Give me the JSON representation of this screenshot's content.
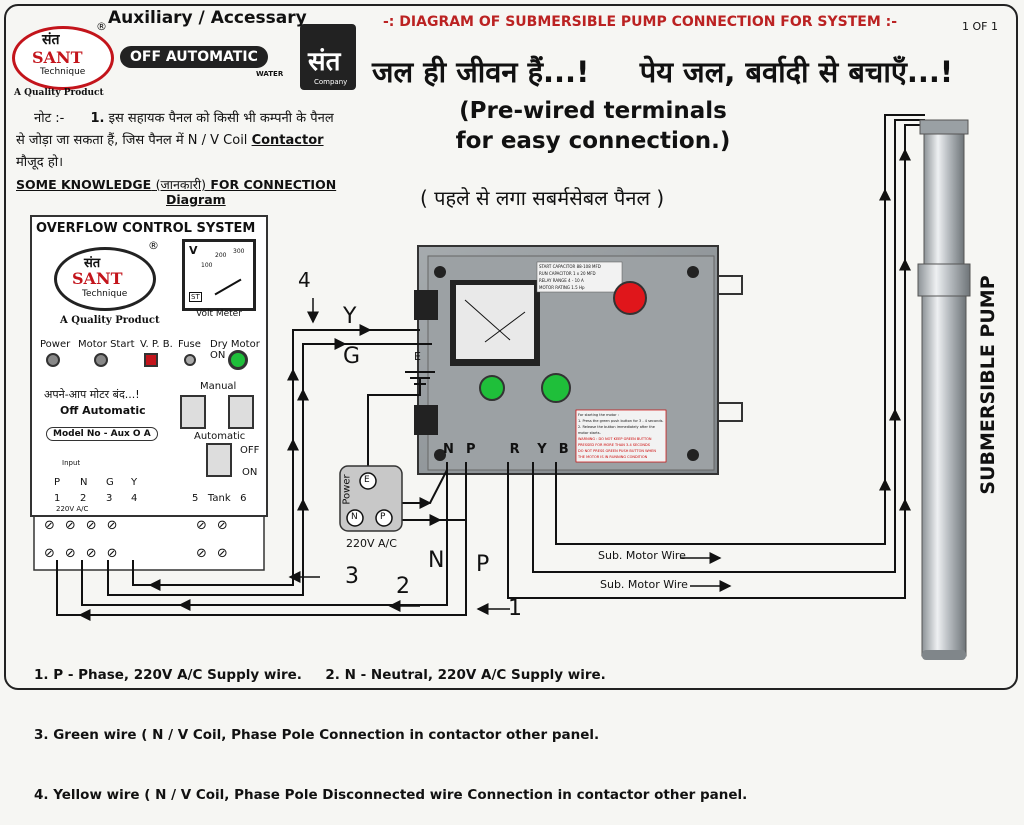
{
  "header": {
    "title": "-: DIAGRAM OF SUBMERSIBLE PUMP CONNECTION FOR SYSTEM :-",
    "page": "1 OF 1",
    "aux_title": "Auxiliary / Accessary",
    "off_automatic": "OFF  AUTOMATIC",
    "slogan": "जल ही जीवन हैं...!     पेय जल, बर्वादी से बचाएँ...!"
  },
  "brand": {
    "logo_top": "संत",
    "logo_name": "SANT",
    "logo_sub": "Technique",
    "registered": "®",
    "tagline": "A Quality Product",
    "water_logo_text": "WATER",
    "water_logo_brand": "संत",
    "water_logo_company": "Company"
  },
  "note": {
    "label": "नोट :-",
    "number": "1.",
    "text_line1": "इस सहायक पैनल को किसी भी कम्पनी के पैनल",
    "text_line2_pre": "से जोड़ा जा सकता हैं, जिस पैनल में N / V Coil",
    "contactor": "Contactor",
    "text_line3": "मौजूद हो।",
    "knowledge_pre": "SOME KNOWLEDGE",
    "knowledge_hindi": "(जानकारी)",
    "knowledge_post": "FOR CONNECTION",
    "knowledge_diagram": "Diagram"
  },
  "center": {
    "prewired_line1": "(Pre-wired terminals",
    "prewired_line2": "for easy connection.)",
    "prewired_hindi": "( पहले से लगा सबर्मसेबल पैनल )"
  },
  "overflow_panel": {
    "title": "OVERFLOW CONTROL SYSTEM",
    "volt_meter": "Volt Meter",
    "meter_v": "V",
    "meter_scale": [
      "100",
      "200",
      "300"
    ],
    "meter_brand": "ST",
    "indicators": [
      "Power",
      "Motor Start",
      "V. P. B.",
      "Fuse",
      "Dry Motor ON"
    ],
    "hindi_auto": "अपने-आप मोटर बंद...!",
    "off_automatic": "Off Automatic",
    "manual": "Manual",
    "model": "Model No - Aux O A",
    "automatic": "Automatic",
    "off": "OFF",
    "on": "ON",
    "input": "Input",
    "terminals_letters": [
      "P",
      "N",
      "G",
      "Y"
    ],
    "terminals_numbers": [
      "1",
      "2",
      "3",
      "4"
    ],
    "voltage": "220V A/C",
    "tank": "5   Tank   6"
  },
  "pump_panel": {
    "terminals": [
      "N",
      "P",
      "R",
      "Y",
      "B"
    ],
    "earth": "E",
    "spec_rows": [
      [
        "START CAPACITOR",
        "88-108",
        "MFD"
      ],
      [
        "RUN CAPACITOR",
        "1 x 20",
        "MFD"
      ],
      [
        "RELAY RANGE",
        "4 - 10",
        "A"
      ],
      [
        "MOTOR RATING",
        "1.5",
        "Hp"
      ]
    ],
    "instructions": [
      "For starting the motor :",
      "1. Press the green push button for 3 - 4 seconds.",
      "2. Release the button immediately after the motor starts.",
      "WARNING : DO NOT KEEP GREEN BUTTON PRESSED FOR MORE THAN 3-4 SECONDS",
      "DO NOT PRESS GREEN PUSH BUTTON WHEN THE MOTOR IS IN RUNNING CONDITION"
    ]
  },
  "power_box": {
    "label": "Power",
    "e": "E",
    "n": "N",
    "p": "P",
    "voltage": "220V A/C"
  },
  "wires": {
    "label_4": "4",
    "label_y": "Y",
    "label_g": "G",
    "label_3": "3",
    "label_2": "2",
    "label_n": "N",
    "label_p": "P",
    "label_1": "1",
    "sub_motor_1": "Sub. Motor Wire",
    "sub_motor_2": "Sub. Motor Wire"
  },
  "pump": {
    "label": "SUBMERSIBLE PUMP"
  },
  "legend": [
    "1. P - Phase, 220V A/C Supply wire.     2. N - Neutral, 220V A/C Supply wire.",
    "3. Green wire ( N / V Coil, Phase Pole Connection in contactor other panel.",
    "4. Yellow wire ( N / V Coil, Phase Pole Disconnected wire Connection in contactor other panel."
  ],
  "colors": {
    "red_lamp": "#e0161b",
    "green_lamp": "#1fbf3a",
    "panel_gray": "#8f9598",
    "pump_steel": "#c9cdd1"
  }
}
